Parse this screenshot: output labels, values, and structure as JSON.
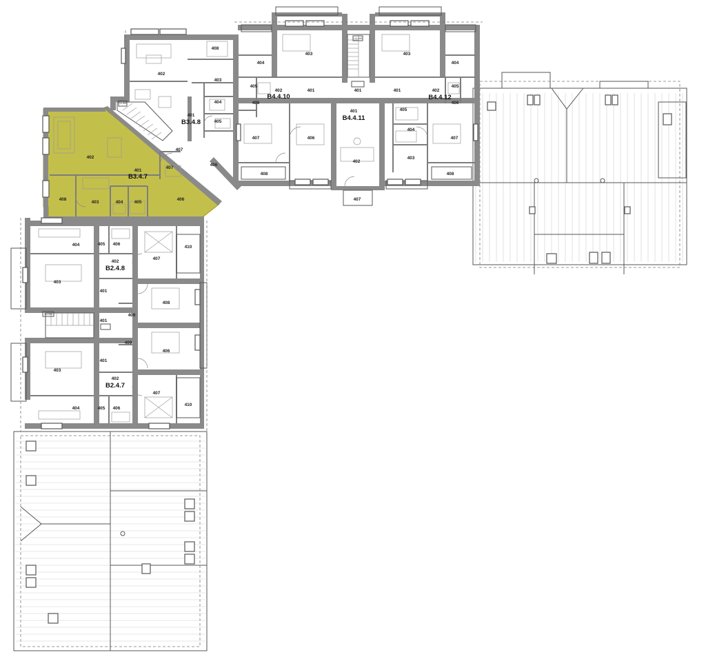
{
  "colors": {
    "highlight": "#b8b42c",
    "wall": "#8a8a8a",
    "line": "#555555"
  },
  "units": {
    "b348": "B3.4.8",
    "b347": "B3.4.7",
    "b4410": "B4.4.10",
    "b4411": "B4.4.11",
    "b4412": "B4.4.12",
    "b248": "B2.4.8",
    "b247": "B2.4.7"
  },
  "rooms": {
    "r401": "401",
    "r402": "402",
    "r403": "403",
    "r404": "404",
    "r405": "405",
    "r406": "406",
    "r407": "407",
    "r408": "408",
    "r409": "409",
    "r410": "410"
  },
  "elevations": {
    "stair_a": "+11.800",
    "stair_b": "+11.800",
    "stair_c": "+11.800"
  }
}
